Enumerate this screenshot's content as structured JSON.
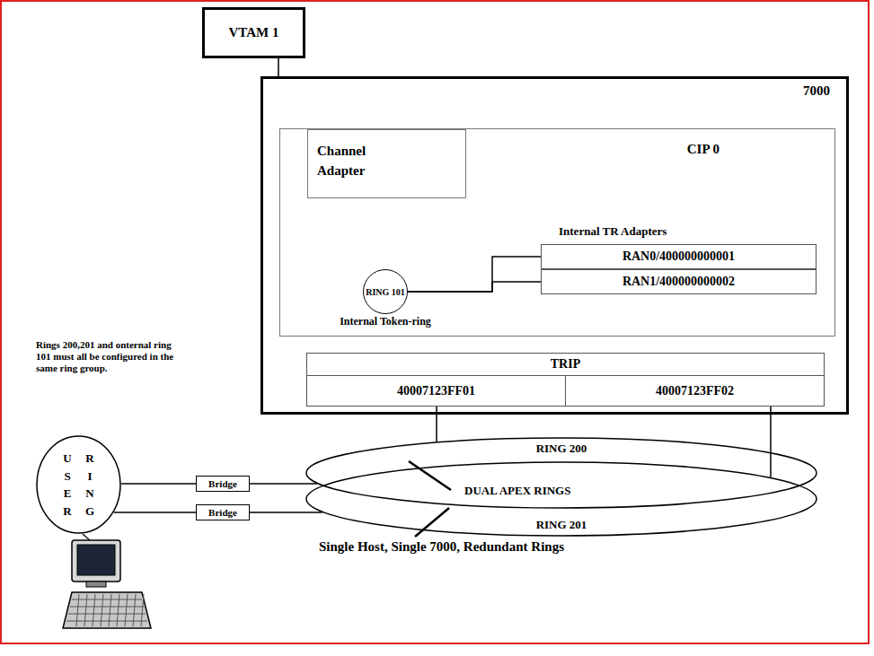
{
  "diagram": {
    "caption": "Single Host, Single 7000, Redundant Rings",
    "nodes": [
      {
        "text": [
          "VTAM 1"
        ]
      },
      {
        "text": [
          "7000"
        ]
      },
      {
        "text": [
          "CIP 0"
        ],
        "in": 1
      },
      {
        "text": [
          "Channel Adapter"
        ],
        "in": 2
      },
      {
        "text": [
          "RING 101",
          "Internal Token-ring"
        ],
        "in": 2
      },
      {
        "text": [
          "RAN0/400000000001"
        ],
        "in": 2
      },
      {
        "text": [
          "RAN1/400000000002"
        ],
        "in": 2
      },
      {
        "text": [
          "TRIP"
        ],
        "in": 1
      },
      {
        "text": [
          "40007123FF01"
        ],
        "in": 7
      },
      {
        "text": [
          "40007123FF02"
        ],
        "in": 7
      },
      {
        "text": [
          "USER",
          "RING"
        ]
      },
      {
        "text": [
          "Bridge"
        ]
      },
      {
        "text": [
          "Bridge"
        ]
      },
      {
        "text": [
          "RING 200"
        ]
      },
      {
        "text": [
          "RING 201"
        ]
      }
    ],
    "edges": [
      {
        "from": 0,
        "to": 1,
        "arrow": "none"
      },
      {
        "from": 4,
        "to": 5,
        "arrow": "none"
      },
      {
        "from": 4,
        "to": 6,
        "arrow": "none"
      },
      {
        "from": 8,
        "to": 13,
        "arrow": "none"
      },
      {
        "from": 9,
        "to": 14,
        "arrow": "none"
      },
      {
        "from": 10,
        "to": 11,
        "arrow": "none"
      },
      {
        "from": 10,
        "to": 12,
        "arrow": "none"
      },
      {
        "from": 11,
        "to": 13,
        "arrow": "none"
      },
      {
        "from": 12,
        "to": 14,
        "arrow": "none"
      }
    ],
    "labels": [
      "Internal TR Adapters",
      "Rings 200,201 and onternal ring 101 must all be configured in the same ring group.",
      "DUAL APEX RINGS"
    ]
  }
}
